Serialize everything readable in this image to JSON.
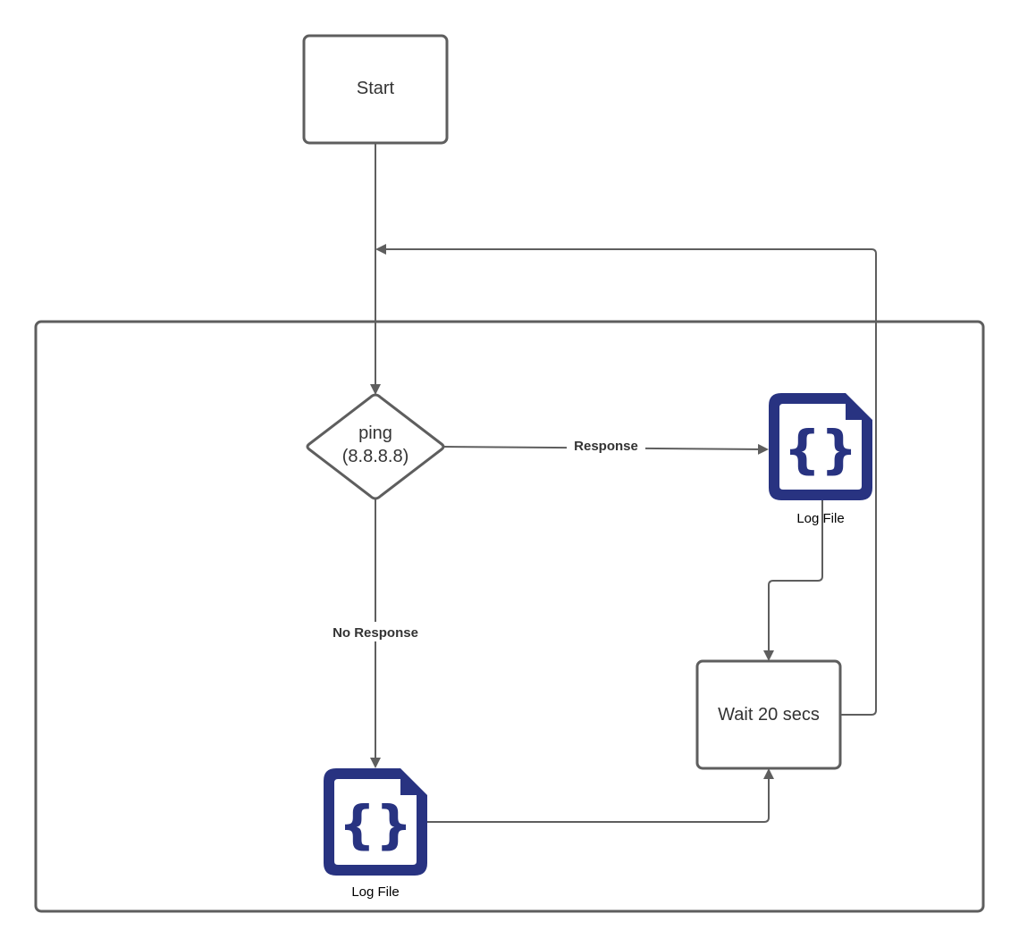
{
  "diagram": {
    "type": "flowchart",
    "colors": {
      "stroke": "#5e5e5e",
      "icon": "#283381",
      "text": "#333333",
      "background": "#ffffff"
    },
    "nodes": {
      "start": {
        "label": "Start",
        "shape": "rounded-rectangle"
      },
      "ping": {
        "line1": "ping",
        "line2": "(8.8.8.8)",
        "shape": "diamond"
      },
      "log_response": {
        "label": "Log File",
        "icon": "json-file-icon",
        "glyph": "{}"
      },
      "log_no_response": {
        "label": "Log File",
        "icon": "json-file-icon",
        "glyph": "{}"
      },
      "wait": {
        "label": "Wait 20 secs",
        "shape": "rounded-rectangle"
      },
      "loop_container": {
        "label": "",
        "shape": "rounded-rectangle"
      }
    },
    "edges": [
      {
        "from": "start",
        "to": "ping",
        "label": ""
      },
      {
        "from": "ping",
        "to": "log_response",
        "label": "Response"
      },
      {
        "from": "ping",
        "to": "log_no_response",
        "label": "No Response"
      },
      {
        "from": "log_response",
        "to": "wait",
        "label": ""
      },
      {
        "from": "log_no_response",
        "to": "wait",
        "label": ""
      },
      {
        "from": "wait",
        "to": "ping",
        "label": ""
      }
    ],
    "edge_labels": {
      "response": "Response",
      "no_response": "No Response"
    }
  }
}
